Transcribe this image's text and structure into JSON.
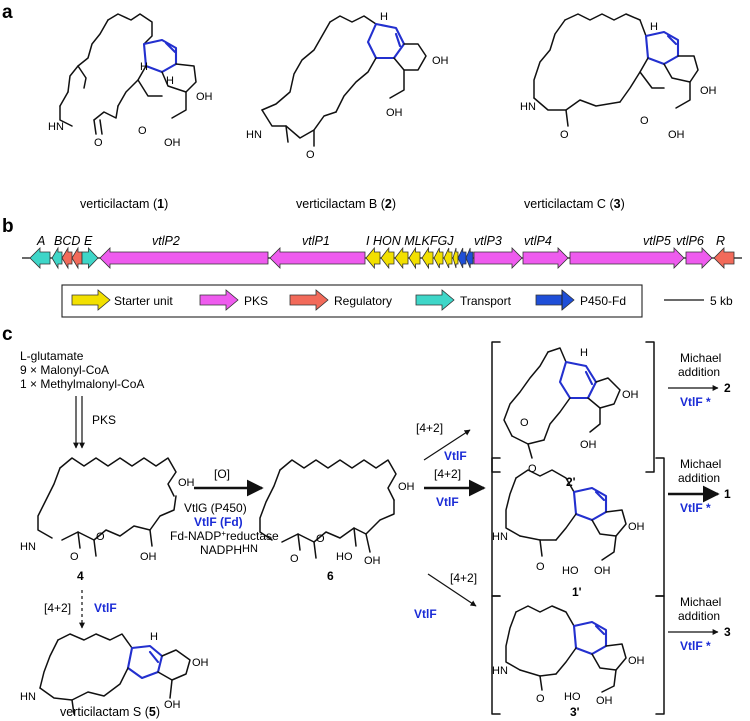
{
  "panel_a": {
    "label": "a",
    "compounds": [
      {
        "name": "verticilactam",
        "num": "1"
      },
      {
        "name": "verticilactam B",
        "num": "2"
      },
      {
        "name": "verticilactam C",
        "num": "3"
      }
    ]
  },
  "panel_b": {
    "label": "b",
    "genes_top": [
      "A",
      "BCD",
      "E",
      "vtlP2",
      "vtlP1",
      "I HON MLKFGJ",
      "vtlP3",
      "vtlP4",
      "vtlP5",
      "vtlP6",
      "R"
    ],
    "legend": [
      "Starter unit",
      "PKS",
      "Regulatory",
      "Transport",
      "P450-Fd"
    ],
    "colors": {
      "starter": "#f2e000",
      "pks": "#ee5bee",
      "regulatory": "#f26a5a",
      "transport": "#3ed6c8",
      "p450": "#1f4fd8"
    },
    "scale": "5 kb"
  },
  "panel_c": {
    "label": "c",
    "precursors": [
      "L-glutamate",
      "9 × Malonyl-CoA",
      "1 × Methylmalonyl-CoA"
    ],
    "pks": "PKS",
    "ox": "[O]",
    "enzymes": [
      "VtlG (P450)",
      "VtlF (Fd)",
      "Fd-NADP",
      "+",
      "reductase",
      "NADPH"
    ],
    "da": "[4+2]",
    "vtlf": "VtlF",
    "vtlf_star": "VtlF *",
    "michael1": "Michael",
    "michael2": "addition",
    "nums": {
      "c4": "4",
      "c6": "6",
      "c2p": "2'",
      "c1p": "1'",
      "c3p": "3'",
      "p2": "2",
      "p1": "1",
      "p3": "3"
    },
    "c5_name": "verticilactam S (",
    "c5_num": "5",
    "close_paren": ")"
  },
  "atoms": {
    "HN": "HN",
    "H": "H",
    "O": "O",
    "OH": "OH"
  }
}
